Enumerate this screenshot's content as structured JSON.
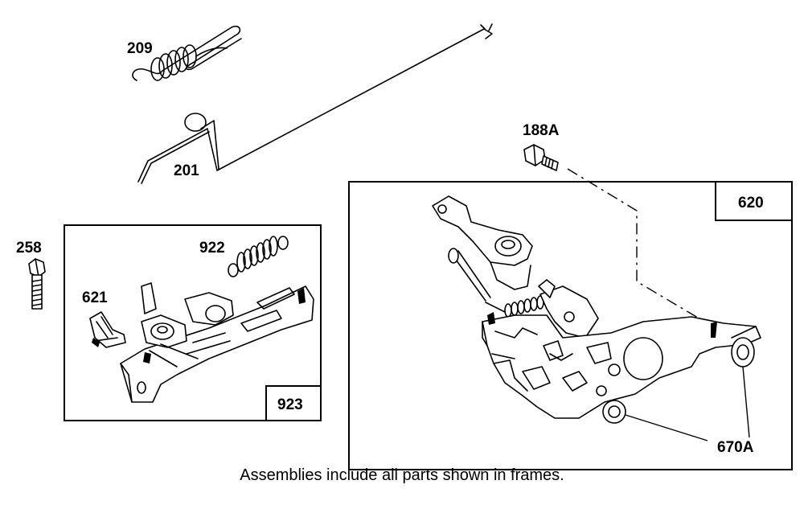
{
  "labels": {
    "spring_209": "209",
    "rod_201": "201",
    "screw_188a": "188A",
    "frame_620": "620",
    "screw_258": "258",
    "spring_922": "922",
    "clip_621": "621",
    "frame_923": "923",
    "bushing_670a": "670A"
  },
  "caption": "Assemblies include all parts shown in frames."
}
